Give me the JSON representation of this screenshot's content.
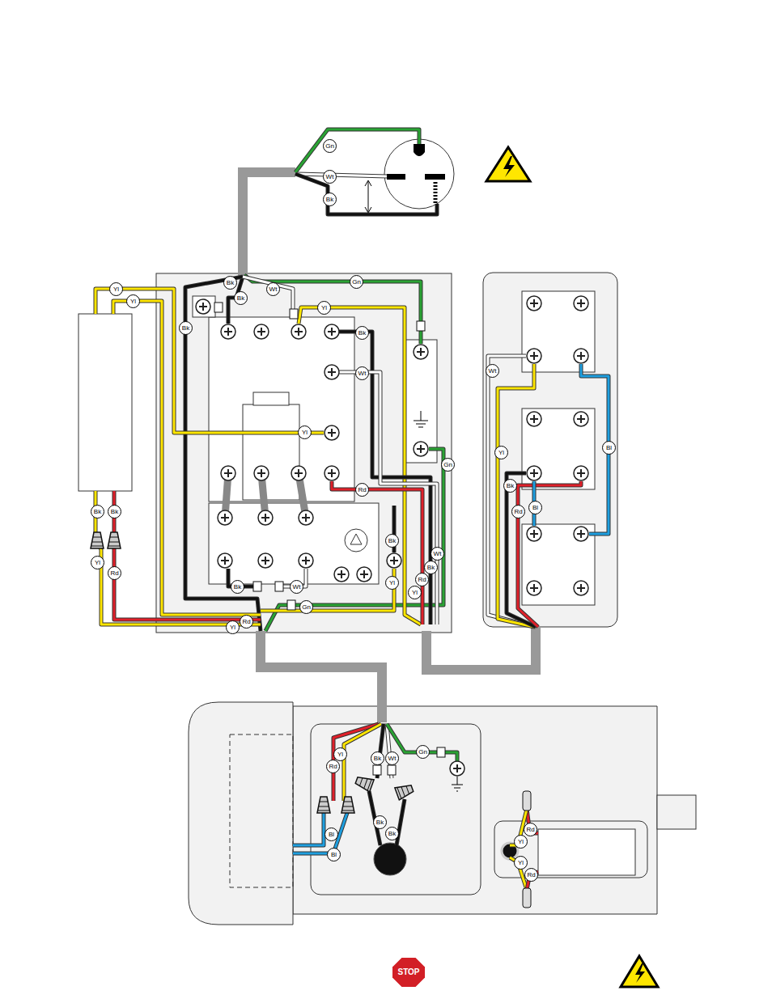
{
  "diagram": {
    "labels": [
      "Gn",
      "Wt",
      "Bk",
      "Yl",
      "Yl",
      "Bk",
      "Wt",
      "Gn",
      "Bk",
      "Yl",
      "Bk",
      "Bk",
      "Wt",
      "Yl",
      "Gn",
      "Rd",
      "Bk",
      "Wt",
      "Bk",
      "Rd",
      "Yl",
      "Yl",
      "Bk",
      "Wt",
      "Gn",
      "Rd",
      "Yl",
      "Bk",
      "Bk",
      "Yl",
      "Rd",
      "Wt",
      "Bl",
      "Yl",
      "Bk",
      "Rd",
      "Bl",
      "Yl",
      "Rd",
      "Bk",
      "Wt",
      "Gn",
      "Bl",
      "Bl",
      "Bk",
      "Bk",
      "Rd",
      "Yl",
      "Yl",
      "Rd",
      "STOP"
    ]
  }
}
